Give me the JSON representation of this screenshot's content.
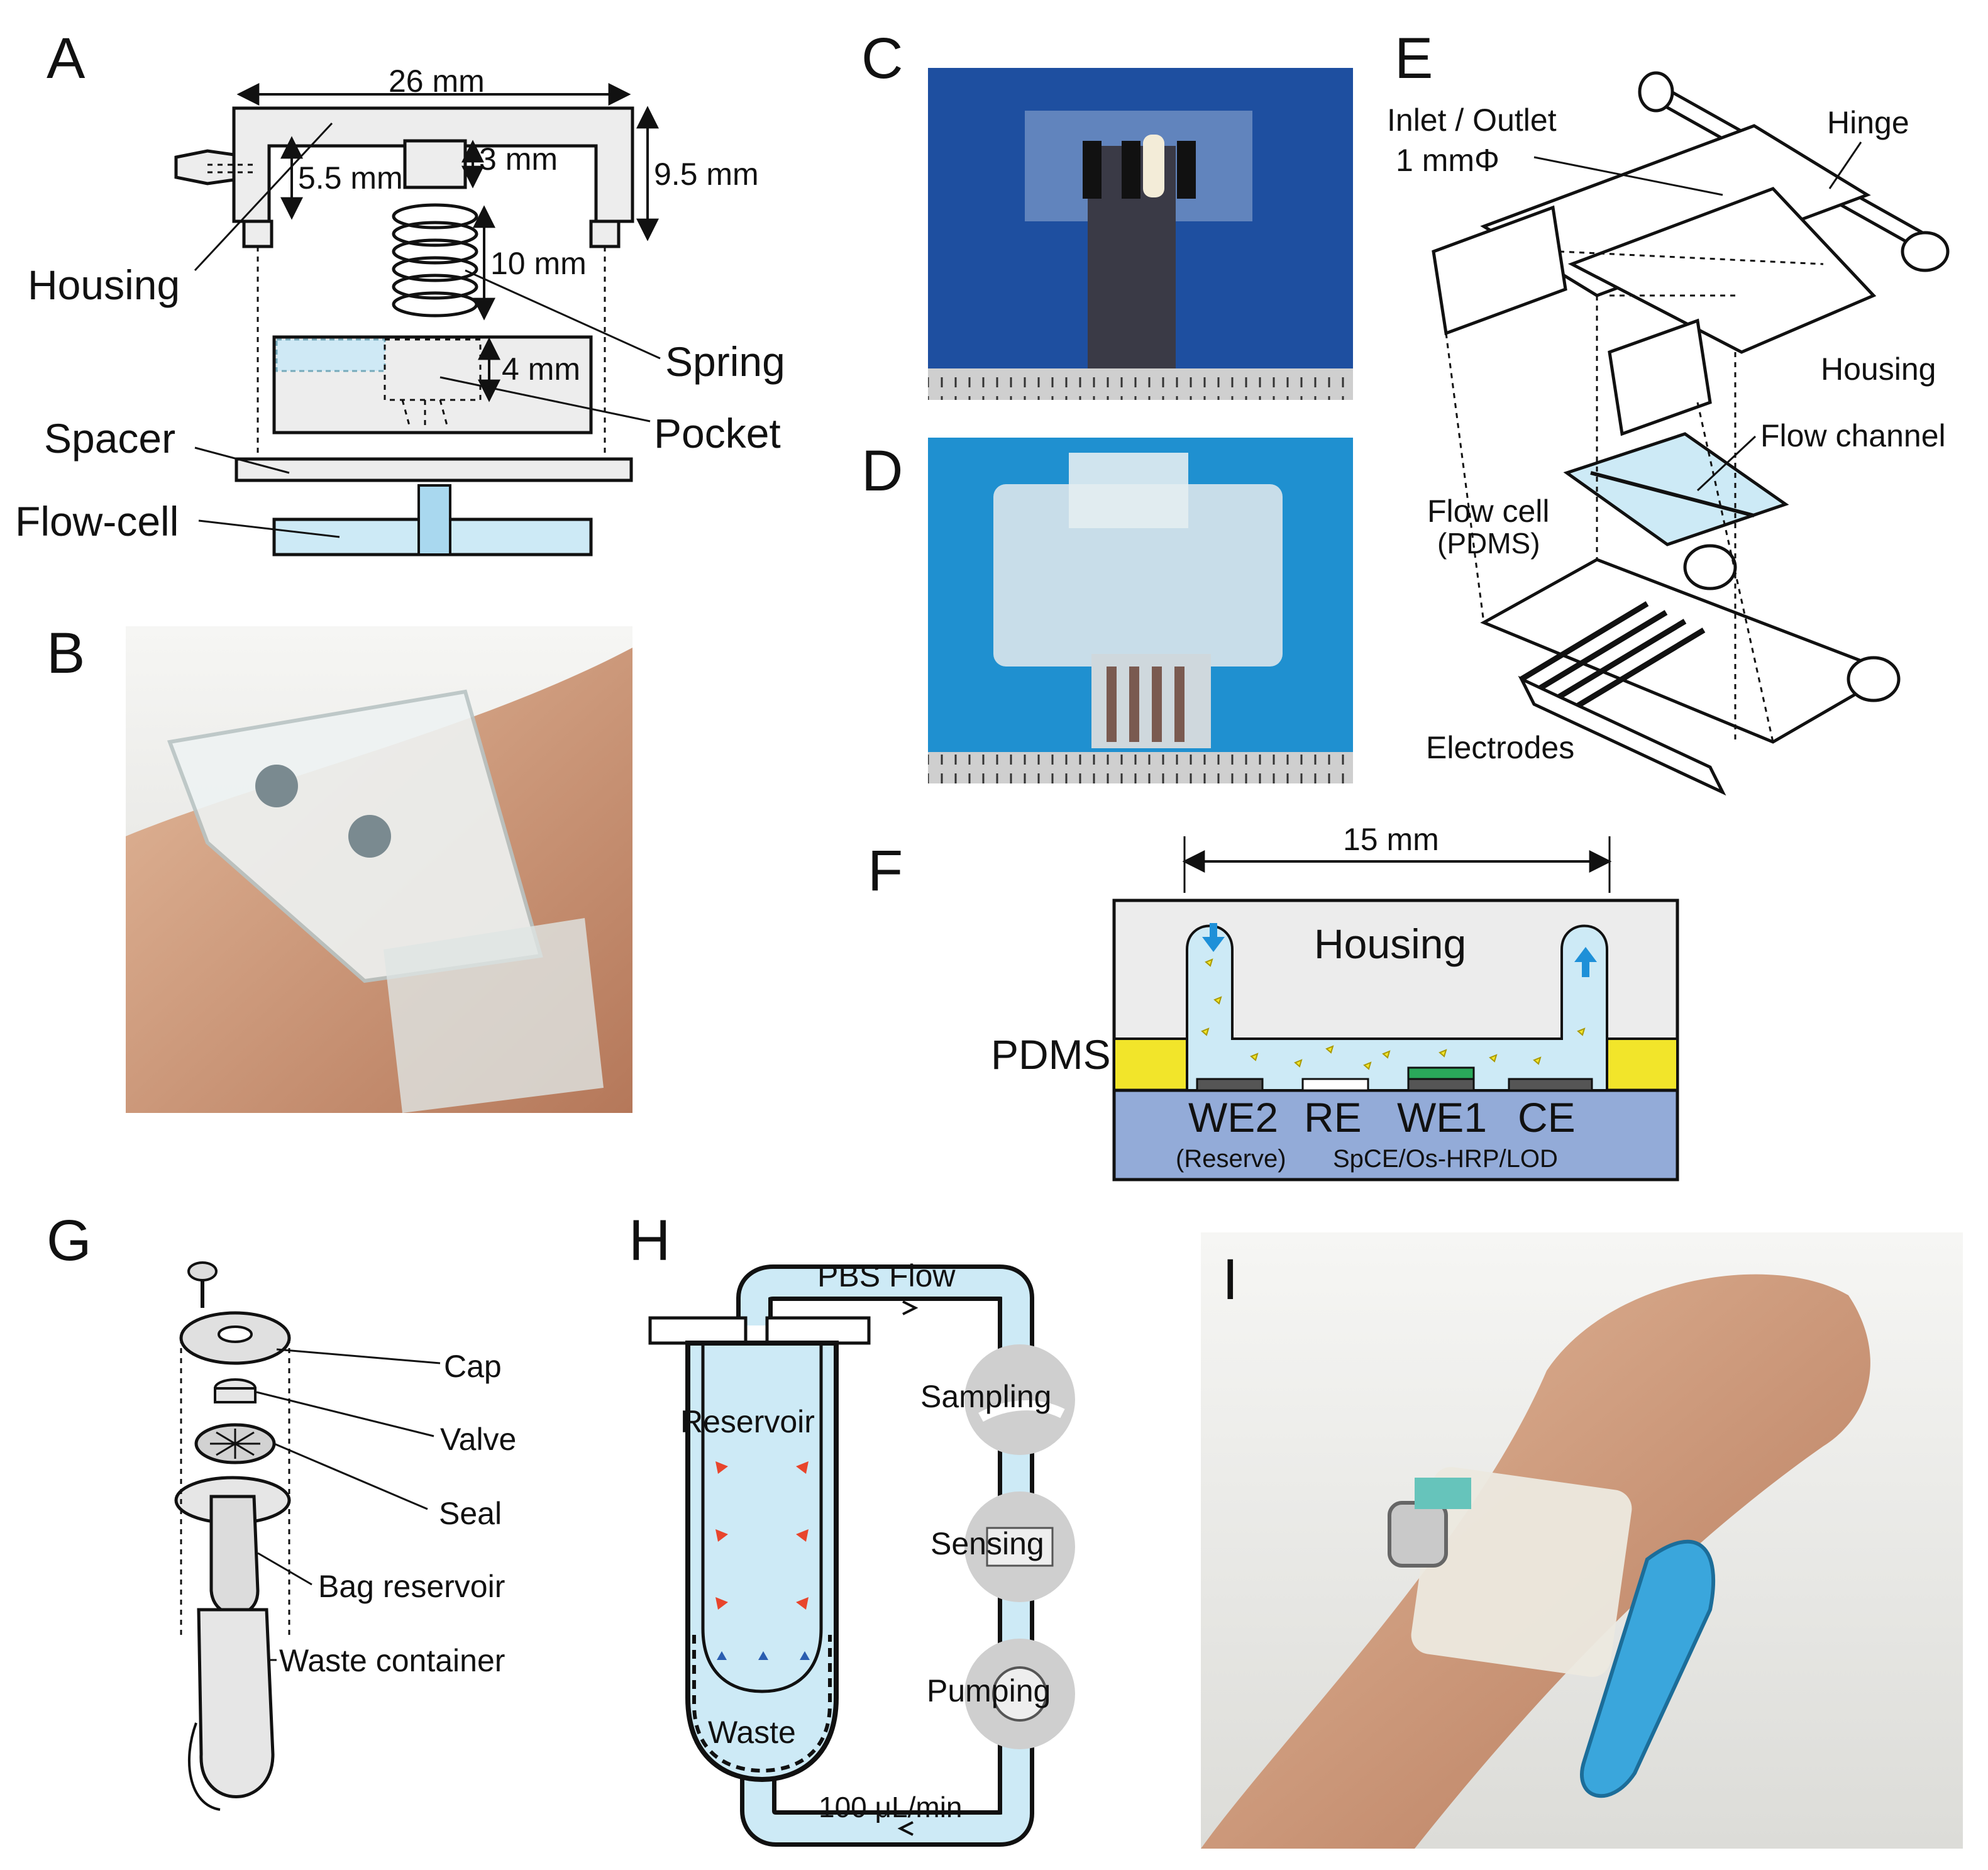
{
  "panels": {
    "a": "A",
    "b": "B",
    "c": "C",
    "d": "D",
    "e": "E",
    "f": "F",
    "g": "G",
    "h": "H",
    "i": "I"
  },
  "panel_a": {
    "width_dim": "26 mm",
    "height_dim": "9.5 mm",
    "inlet_dim": "5.5 mm",
    "pocket_top_dim": "3 mm",
    "spring_dim": "10 mm",
    "pocket_dim": "4 mm",
    "housing": "Housing",
    "spring": "Spring",
    "pocket": "Pocket",
    "spacer": "Spacer",
    "flow_cell": "Flow-cell"
  },
  "panel_e": {
    "inlet_outlet": "Inlet / Outlet",
    "inlet_size": "1 mmΦ",
    "hinge": "Hinge",
    "housing": "Housing",
    "flow_channel": "Flow channel",
    "flow_cell": "Flow cell",
    "pdms": "(PDMS)",
    "electrodes": "Electrodes"
  },
  "panel_f": {
    "width_dim": "15 mm",
    "housing": "Housing",
    "pdms": "PDMS",
    "we2": "WE2",
    "re": "RE",
    "we1": "WE1",
    "ce": "CE",
    "reserve": "(Reserve)",
    "we1_desc": "SpCE/Os-HRP/LOD"
  },
  "panel_g": {
    "cap": "Cap",
    "valve": "Valve",
    "seal": "Seal",
    "bag_reservoir": "Bag reservoir",
    "waste_container": "Waste container"
  },
  "panel_h": {
    "pbs_flow": "PBS Flow",
    "reservoir": "Reservoir",
    "waste": "Waste",
    "flow_rate": "100 μL/min",
    "sampling": "Sampling",
    "sensing": "Sensing",
    "pumping": "Pumping"
  },
  "colors": {
    "photo_blue": "#1e4fa0",
    "fluid_blue": "#cdeaf6",
    "pdms_yellow": "#f2e52a",
    "substrate_blue": "#93abd8",
    "arrow_blue": "#1e90d8",
    "we1_green": "#2aa85a",
    "skin": "#c9916d"
  }
}
